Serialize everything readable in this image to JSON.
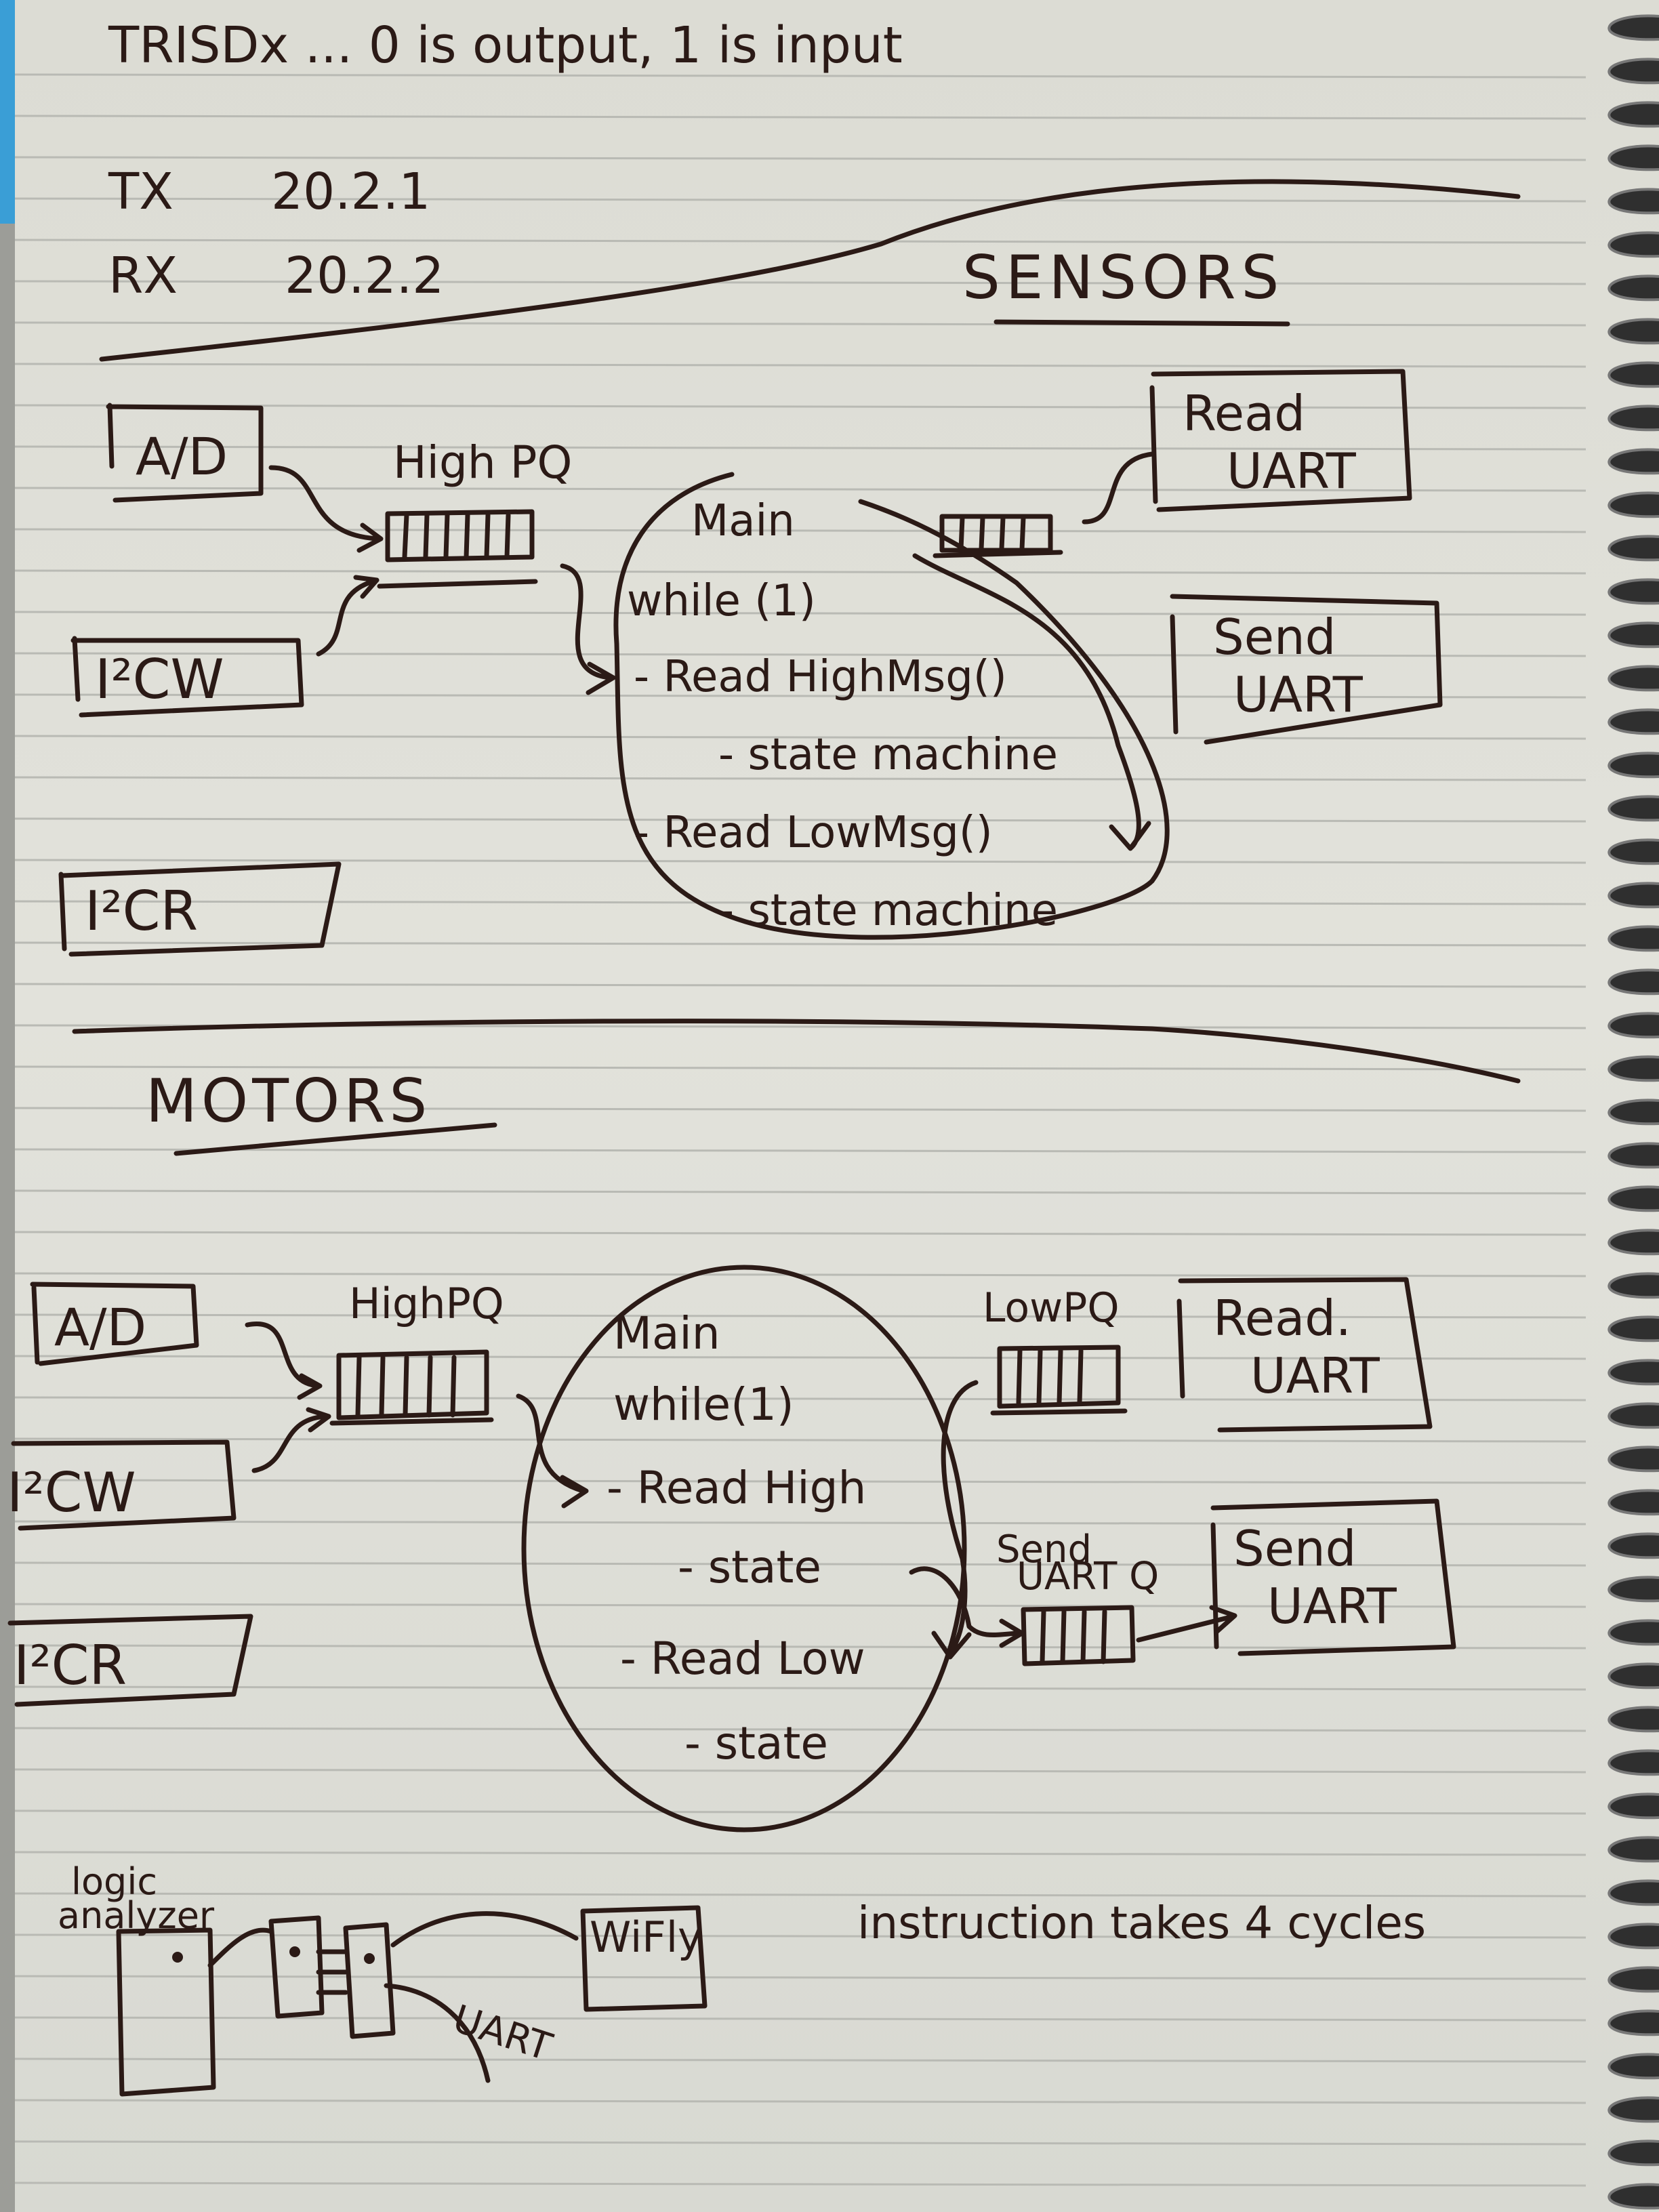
{
  "header": {
    "tris_note": "TRISDx ... 0 is output, 1 is input",
    "tx_label": "TX",
    "tx_value": "20.2.1",
    "rx_label": "RX",
    "rx_value": "20.2.2"
  },
  "sensors": {
    "title": "SENSORS",
    "ad_box": "A/D",
    "i2cw_box": "I²CW",
    "i2cr_box": "I²CR",
    "high_pq_label": "High PQ",
    "main_lines": [
      "Main",
      "while (1)",
      "- Read HighMsg()",
      "- state machine",
      "- Read LowMsg()",
      "- state machine"
    ],
    "read_uart_box": [
      "Read",
      "UART"
    ],
    "send_uart_box": [
      "Send",
      "UART"
    ]
  },
  "motors": {
    "title": "MOTORS",
    "ad_box": "A/D",
    "i2cw_box": "I²CW",
    "i2cr_box": "I²CR",
    "high_pq_label": "HighPQ",
    "low_pq_label": "LowPQ",
    "main_lines": [
      "Main",
      "while(1)",
      "- Read High",
      "- state",
      "- Read Low",
      "- state"
    ],
    "read_uart_box": [
      "Read.",
      "UART"
    ],
    "send_uart_q_label": [
      "Send",
      "UART Q"
    ],
    "send_uart_box": [
      "Send",
      "UART"
    ]
  },
  "bottom": {
    "logic_analyzer_label": [
      "logic",
      "analyzer"
    ],
    "wifly_box": "WiFly",
    "uart_label": "UART",
    "instruction_note": "instruction takes 4 cycles"
  },
  "colors": {
    "paper": "#e0e0d9",
    "ink": "#2b1a16",
    "rule": "#b9bab4"
  }
}
